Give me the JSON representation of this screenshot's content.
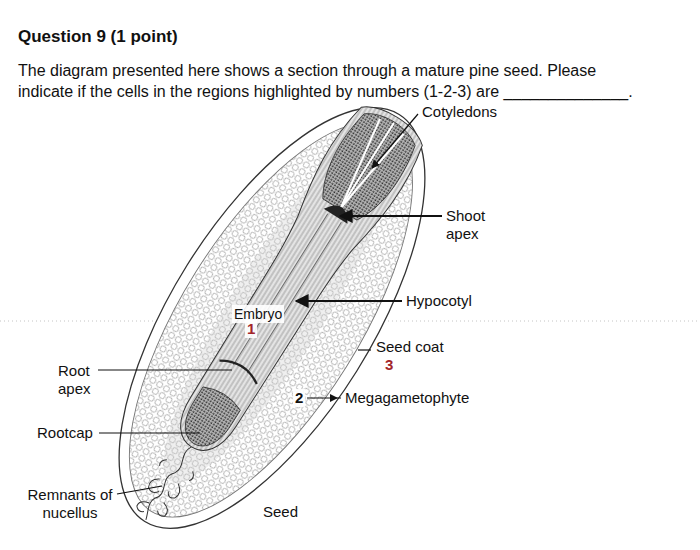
{
  "diagram": {
    "title": "Question 9 (1 point)",
    "labels": [
      "The diagram presented here shows a section through a mature pine seed. Please indicate if the cells in the regions highlighted by numbers (1-2-3) are ______________.",
      "Cotyledons",
      "Shoot apex",
      "Hypocotyl",
      "Embryo",
      "1",
      "Seed coat",
      "3",
      "Root apex",
      "2",
      "Megagametophyte",
      "Rootcap",
      "Remnants of nucellus",
      "Seed"
    ]
  }
}
